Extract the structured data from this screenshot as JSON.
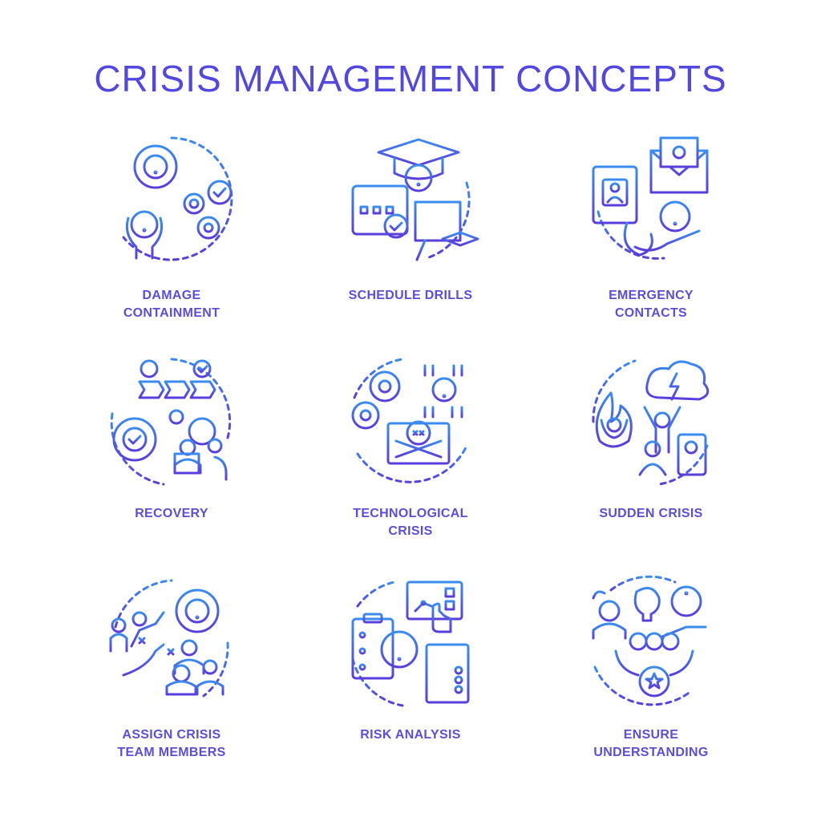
{
  "title": "CRISIS MANAGEMENT CONCEPTS",
  "colors": {
    "gradient_start": "#2f86ef",
    "gradient_end": "#5b3fdc",
    "label": "#5a4fd6",
    "title": "#5247e0"
  },
  "concepts": [
    {
      "icon": "damage-containment-icon",
      "line1": "DAMAGE",
      "line2": "CONTAINMENT"
    },
    {
      "icon": "schedule-drills-icon",
      "line1": "SCHEDULE DRILLS",
      "line2": ""
    },
    {
      "icon": "emergency-contacts-icon",
      "line1": "EMERGENCY",
      "line2": "CONTACTS"
    },
    {
      "icon": "recovery-icon",
      "line1": "RECOVERY",
      "line2": ""
    },
    {
      "icon": "technological-crisis-icon",
      "line1": "TECHNOLOGICAL",
      "line2": "CRISIS"
    },
    {
      "icon": "sudden-crisis-icon",
      "line1": "SUDDEN CRISIS",
      "line2": ""
    },
    {
      "icon": "assign-crisis-team-icon",
      "line1": "ASSIGN CRISIS",
      "line2": "TEAM MEMBERS"
    },
    {
      "icon": "risk-analysis-icon",
      "line1": "RISK ANALYSIS",
      "line2": ""
    },
    {
      "icon": "ensure-understanding-icon",
      "line1": "ENSURE",
      "line2": "UNDERSTANDING"
    }
  ]
}
